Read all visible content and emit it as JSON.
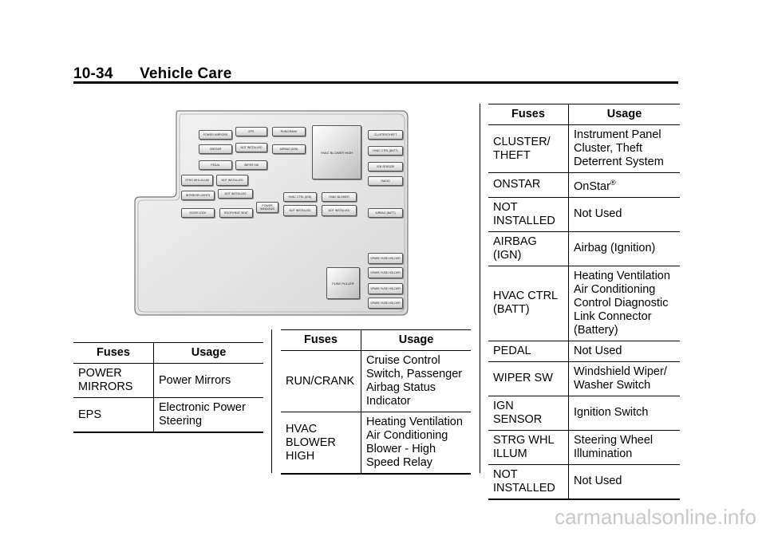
{
  "header": {
    "page_number": "10-34",
    "title": "Vehicle Care"
  },
  "diagram": {
    "fuses": [
      "POWER MIRRORS",
      "EPS",
      "RUN/CRANK",
      "CLUSTER/THEFT",
      "ONSTAR",
      "NOT INSTALLED",
      "AIRBAG (IGN)",
      "HVAC CTRL (BATT)",
      "PEDAL",
      "WIPER SW",
      "IGN SENSOR",
      "RADIO",
      "STRG WHL ILLUM",
      "NOT INSTALLED",
      "INTERIOR LIGHTS",
      "NOT INSTALLED",
      "HVAC CTRL (IGN)",
      "HVAC BLOWER",
      "POWER WINDOWS",
      "NOT INSTALLED",
      "NOT INSTALLED",
      "DOOR LOCK",
      "ROOF/HEAT SEAT",
      "AIRBAG (BATT)",
      "SPARE FUSE HOLDER",
      "SPARE FUSE HOLDER",
      "SPARE FUSE HOLDER",
      "SPARE FUSE HOLDER"
    ],
    "relay_label": "HVAC BLOWER HIGH",
    "puller_label": "FUSE PULLER"
  },
  "table1": {
    "headers": [
      "Fuses",
      "Usage"
    ],
    "rows": [
      [
        "POWER MIRRORS",
        "Power Mirrors"
      ],
      [
        "EPS",
        "Electronic Power Steering"
      ]
    ]
  },
  "table2": {
    "headers": [
      "Fuses",
      "Usage"
    ],
    "rows": [
      [
        "RUN/CRANK",
        "Cruise Control Switch, Passenger Airbag Status Indicator"
      ],
      [
        "HVAC BLOWER HIGH",
        "Heating Ventilation Air Conditioning Blower - High Speed Relay"
      ]
    ]
  },
  "table3": {
    "headers": [
      "Fuses",
      "Usage"
    ],
    "rows": [
      [
        "CLUSTER/ THEFT",
        "Instrument Panel Cluster, Theft Deterrent System"
      ],
      [
        "ONSTAR",
        "OnStar"
      ],
      [
        "NOT INSTALLED",
        "Not Used"
      ],
      [
        "AIRBAG (IGN)",
        "Airbag (Ignition)"
      ],
      [
        "HVAC CTRL (BATT)",
        "Heating Ventilation Air Conditioning Control Diagnostic Link Connector (Battery)"
      ],
      [
        "PEDAL",
        "Not Used"
      ],
      [
        "WIPER SW",
        "Windshield Wiper/ Washer Switch"
      ],
      [
        "IGN SENSOR",
        "Ignition Switch"
      ],
      [
        "STRG WHL ILLUM",
        "Steering Wheel Illumination"
      ],
      [
        "NOT INSTALLED",
        "Not Used"
      ]
    ],
    "onstar_mark": "®"
  },
  "watermark": "carmanualsonline.info"
}
